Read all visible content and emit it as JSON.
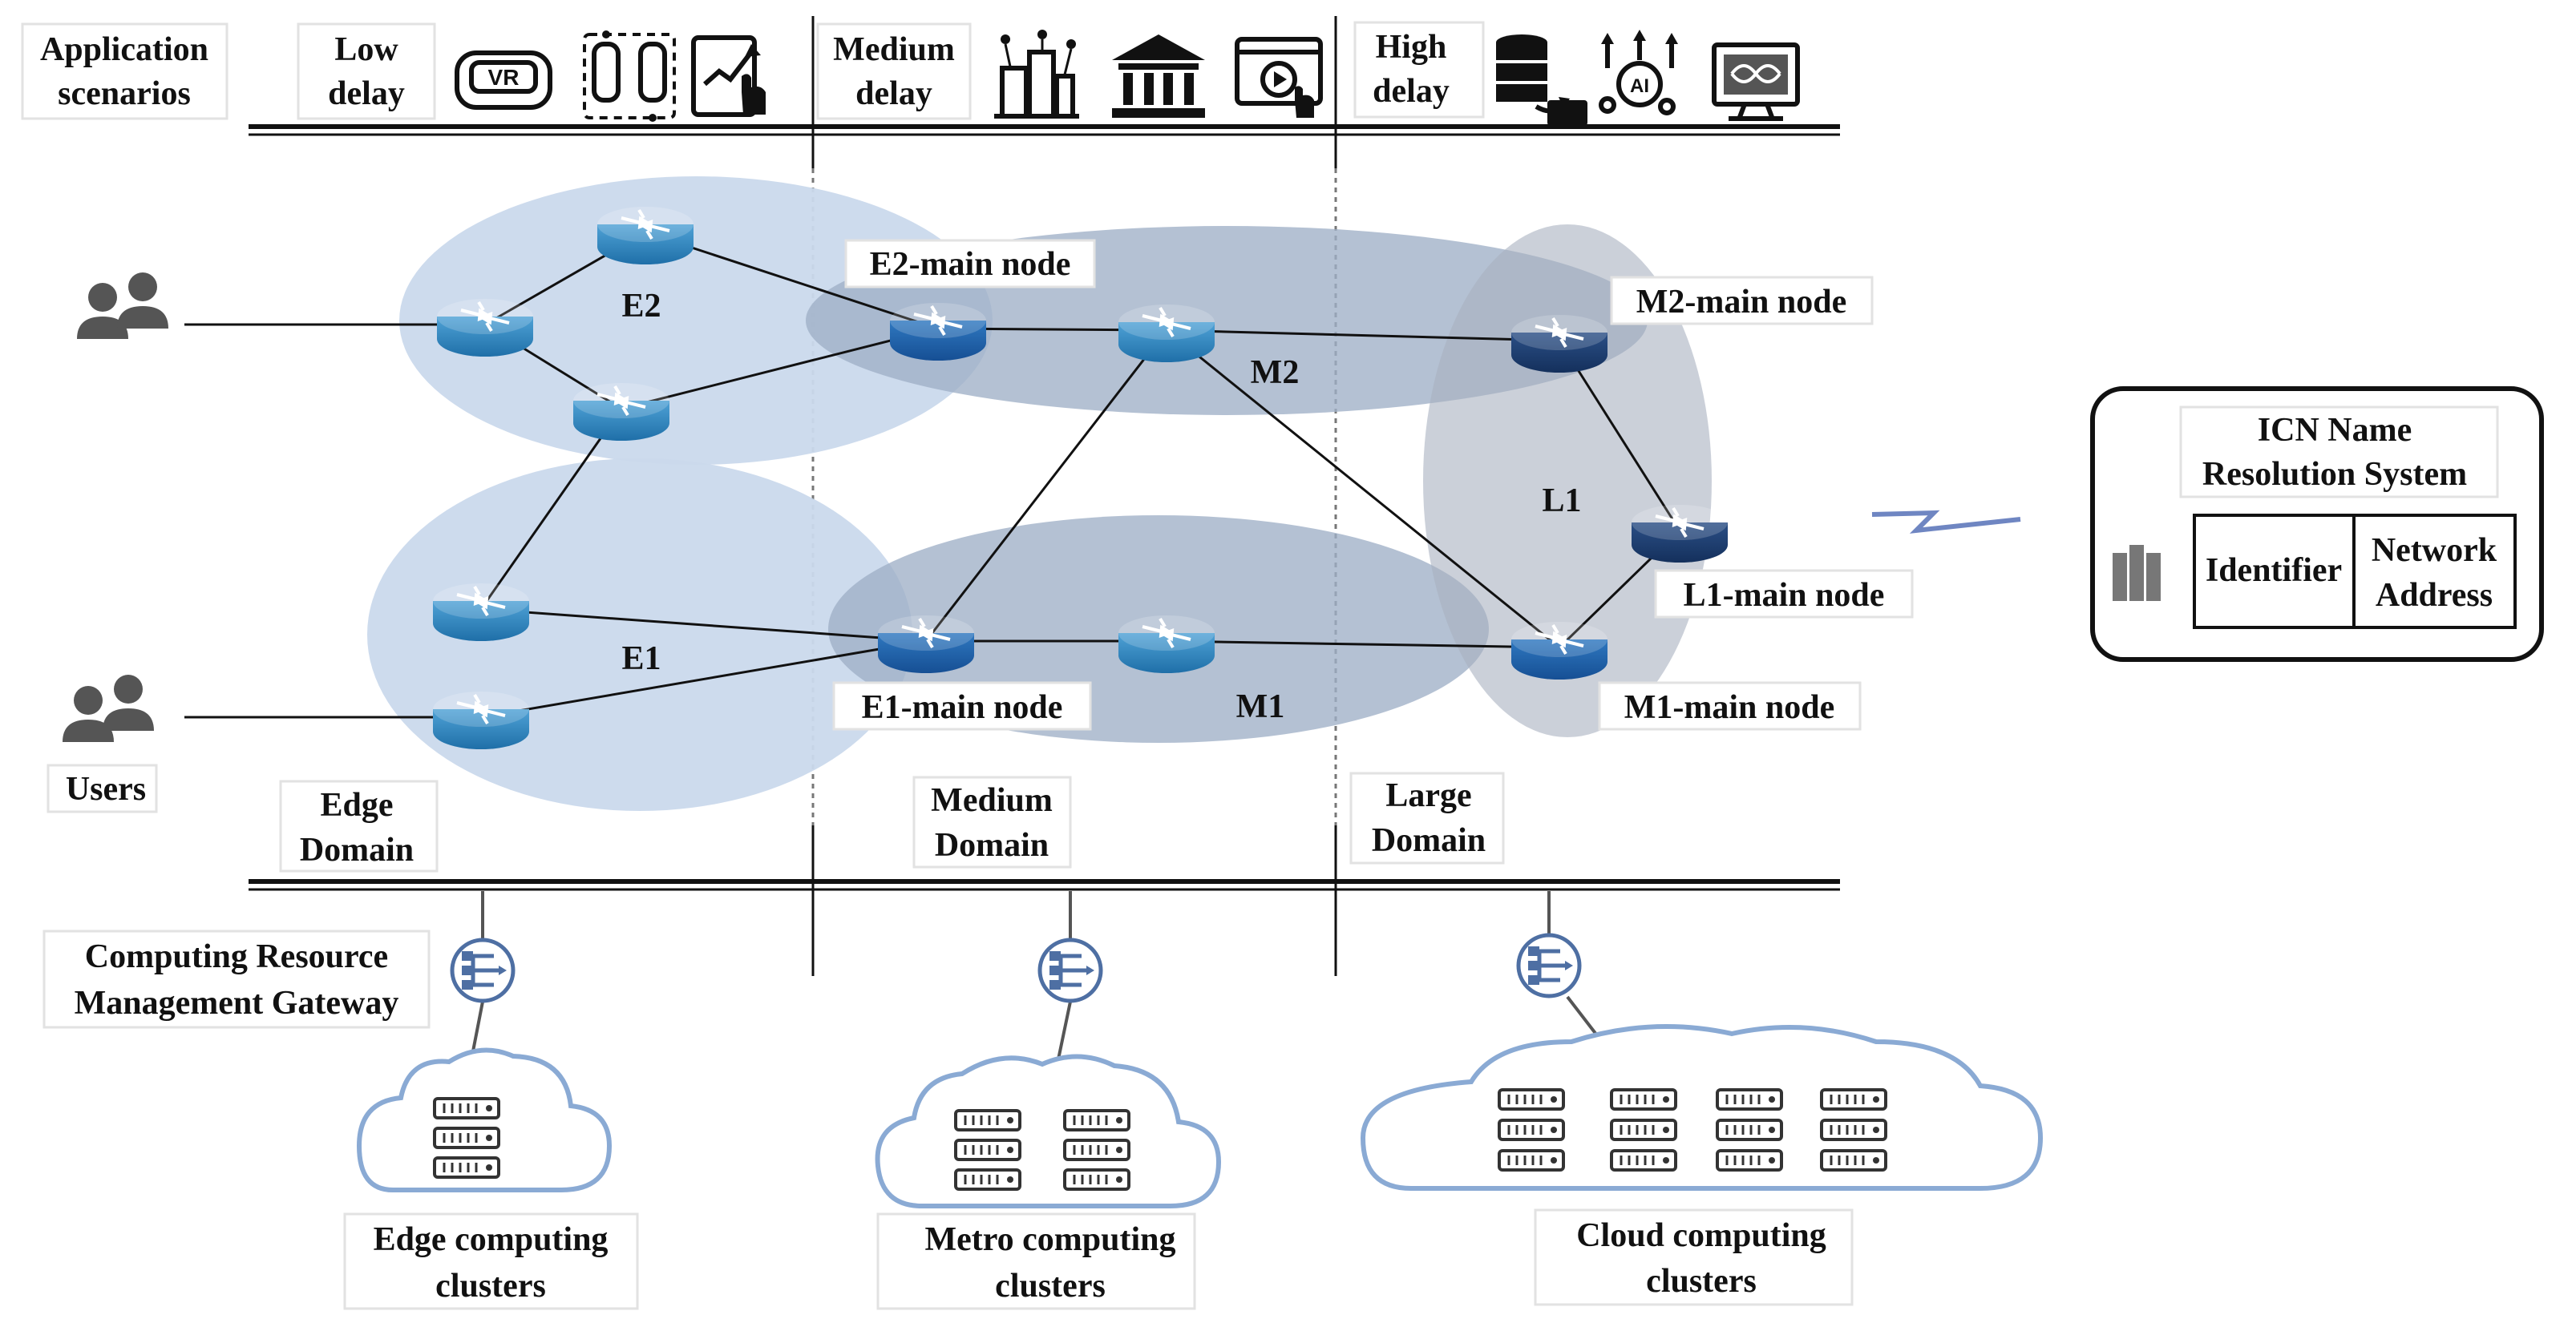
{
  "header": {
    "title_line1": "Application",
    "title_line2": "scenarios",
    "low_line1": "Low",
    "low_line2": "delay",
    "medium_line1": "Medium",
    "medium_line2": "delay",
    "high_line1": "High",
    "high_line2": "delay"
  },
  "users": {
    "label": "Users"
  },
  "domains": {
    "edge_line1": "Edge",
    "edge_line2": "Domain",
    "medium_line1": "Medium",
    "medium_line2": "Domain",
    "large_line1": "Large",
    "large_line2": "Domain"
  },
  "nodes": {
    "e2": "E2",
    "e1": "E1",
    "m2": "M2",
    "m1": "M1",
    "l1": "L1",
    "e2_main": "E2-main node",
    "e1_main": "E1-main node",
    "m2_main": "M2-main node",
    "m1_main": "M1-main node",
    "l1_main": "L1-main node"
  },
  "gateway": {
    "line1": "Computing Resource",
    "line2": "Management Gateway"
  },
  "clusters": {
    "edge_line1": "Edge computing",
    "edge_line2": "clusters",
    "metro_line1": "Metro computing",
    "metro_line2": "clusters",
    "cloud_line1": "Cloud computing",
    "cloud_line2": "clusters"
  },
  "icn": {
    "title_line1": "ICN Name",
    "title_line2": "Resolution System",
    "col1": "Identifier",
    "col2_line1": "Network",
    "col2_line2": "Address"
  },
  "colors": {
    "edge_region": "#cad9ec",
    "medium_region": "#a7b6cc",
    "large_region": "#bcc3d0",
    "router_light": "#2d7fb8",
    "router_mid": "#1f5fa3",
    "router_dark": "#1b3a6b",
    "cloud_stroke": "#8aaad4"
  }
}
